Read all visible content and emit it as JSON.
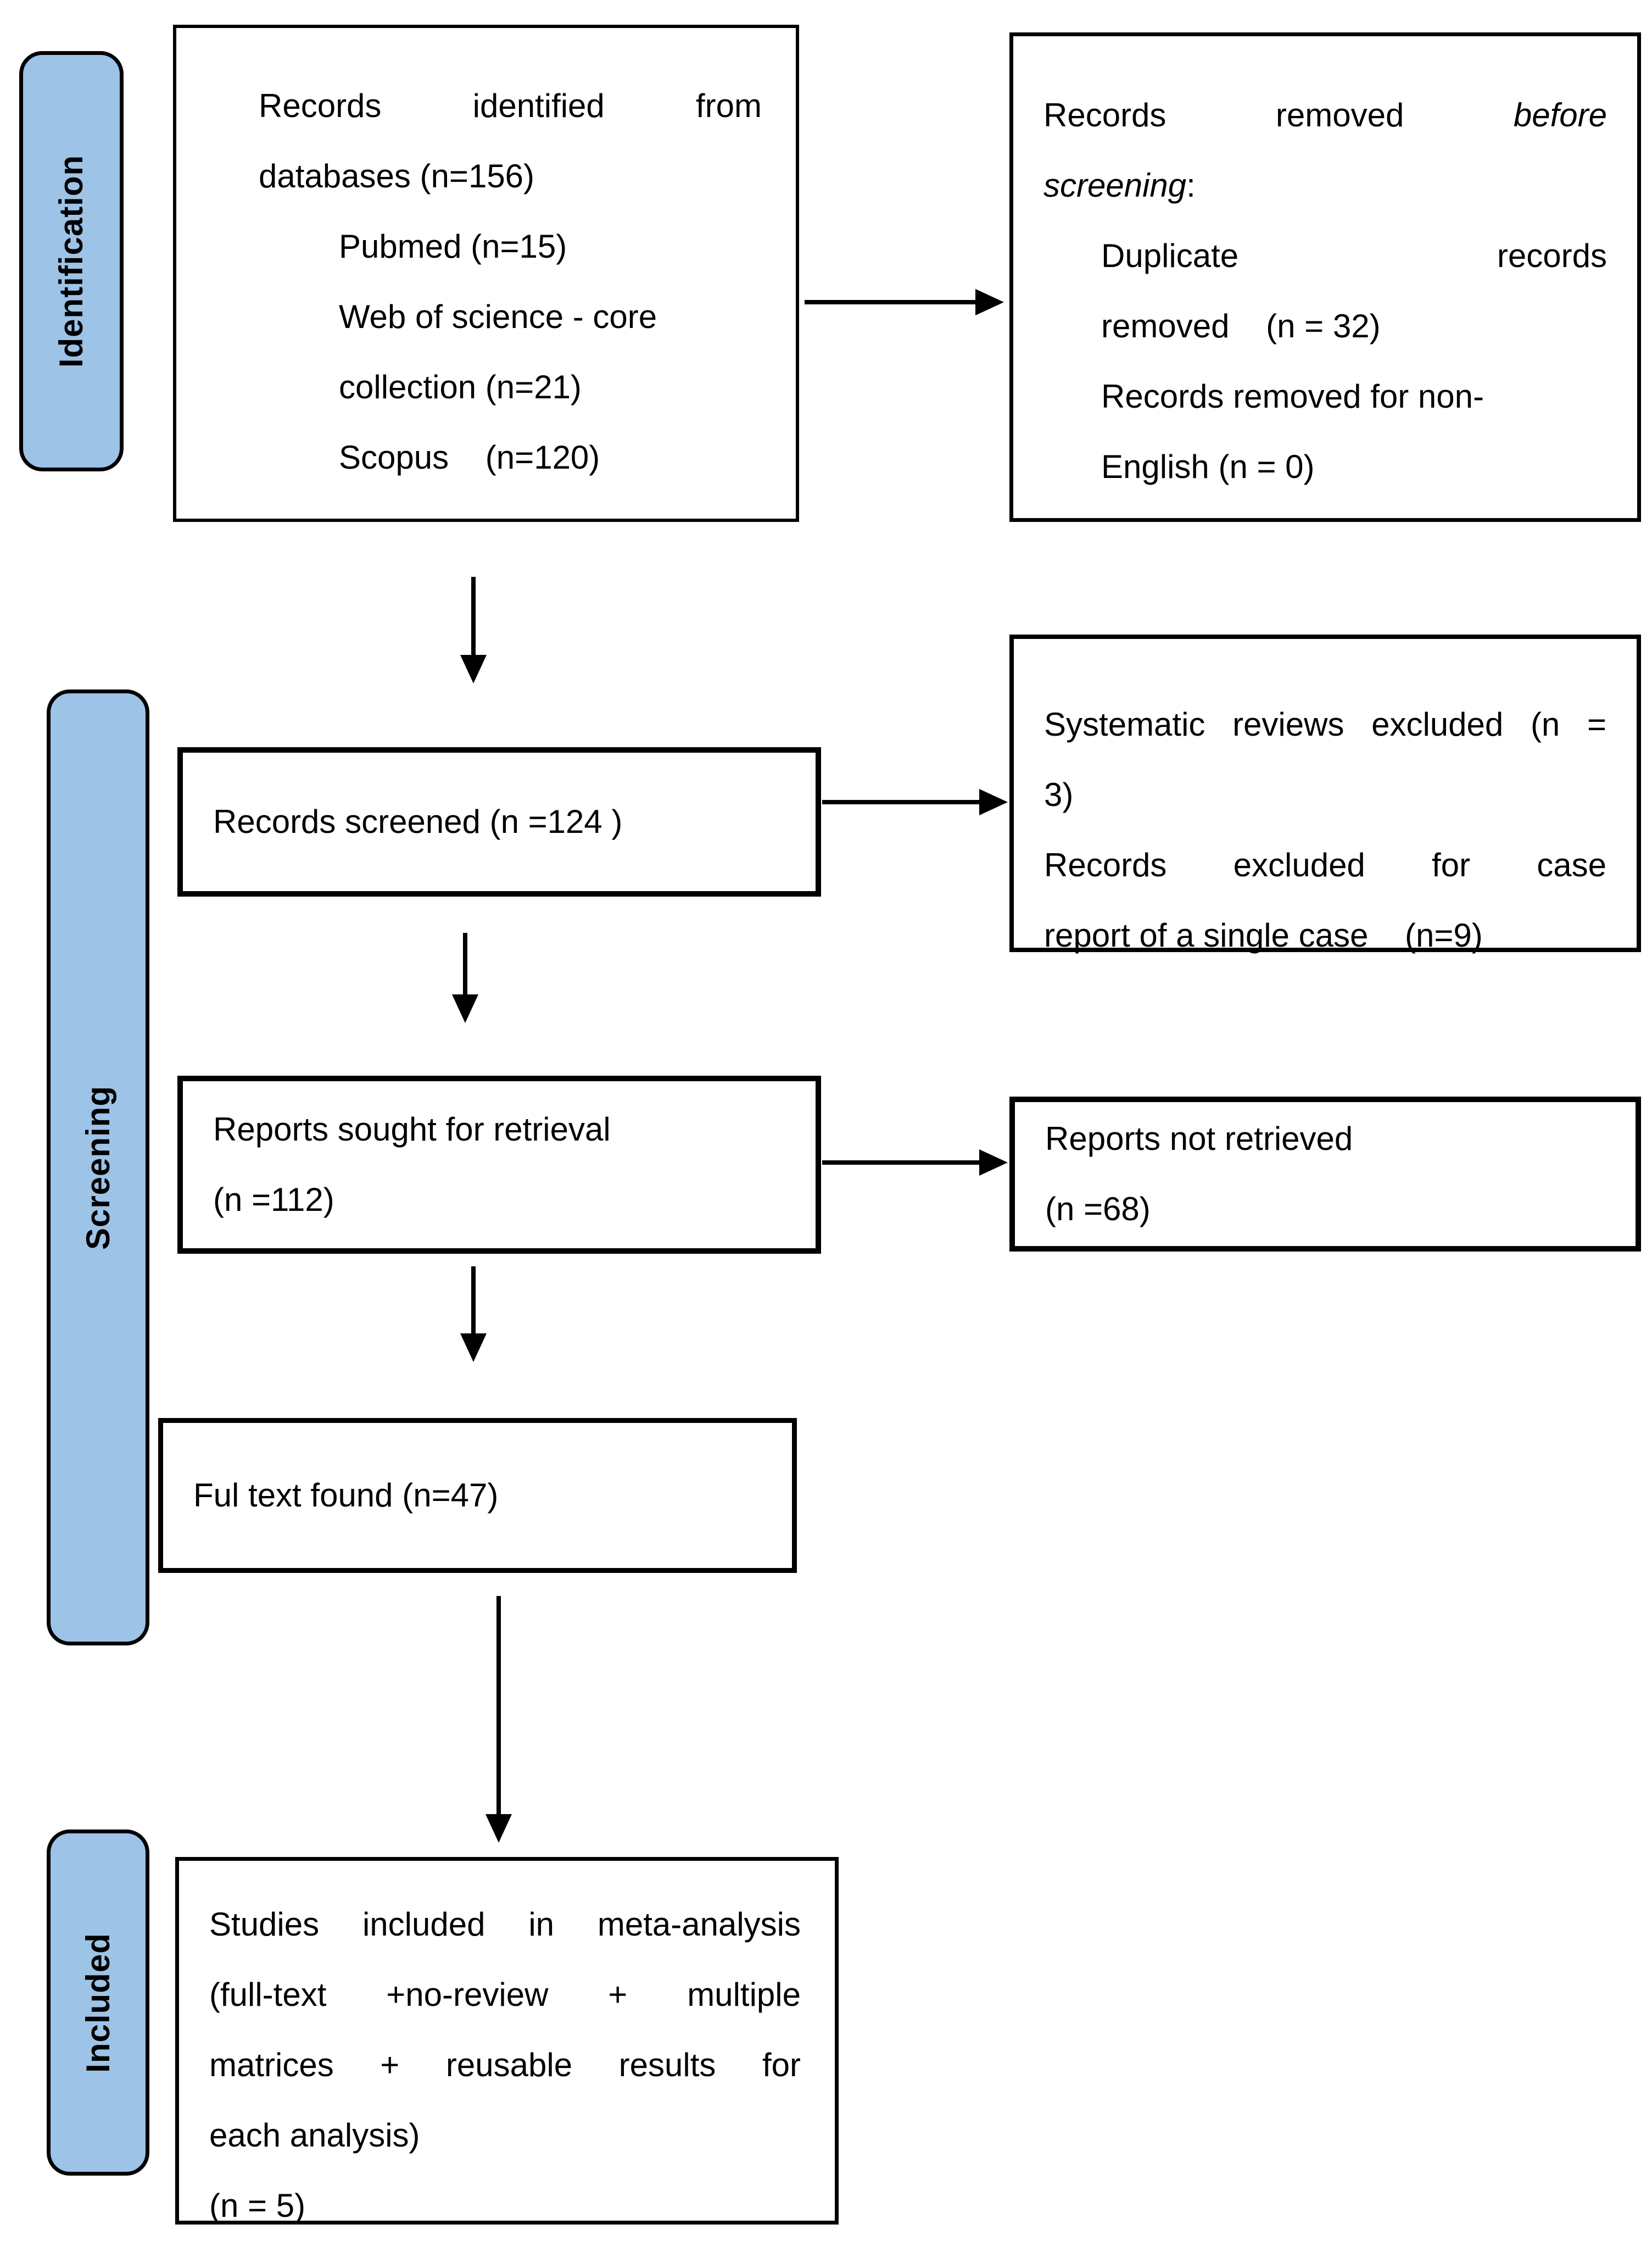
{
  "sidebar": {
    "identification": "Identification",
    "screening": "Screening",
    "included": "Included"
  },
  "boxes": {
    "identified": {
      "line1": "Records identified from",
      "line2": "databases (n=156)",
      "line3": "Pubmed (n=15)",
      "line4": "Web of science - core",
      "line5": "collection (n=21)",
      "line6": "Scopus    (n=120)"
    },
    "removed": {
      "line1_prefix": "Records removed",
      "line1_italic": "before",
      "line2_italic": "screening",
      "line2_suffix": ":",
      "line3": "Duplicate records",
      "line4": "removed    (n = 32)",
      "line5": "Records removed for non-",
      "line6": "English (n = 0)"
    },
    "screened": {
      "line1": "Records screened (n =124 )"
    },
    "sys_excluded": {
      "line1": "Systematic reviews excluded (n =",
      "line2": "3)",
      "line3": "Records excluded for case",
      "line4": "report of a single case    (n=9)"
    },
    "sought": {
      "line1": "Reports sought for retrieval",
      "line2": "(n =112)"
    },
    "not_retrieved": {
      "line1": "Reports not retrieved",
      "line2": "(n =68)"
    },
    "fulltext": {
      "line1": "Ful text found (n=47)"
    },
    "included_box": {
      "line1": "Studies included in meta-analysis",
      "line2": "(full-text +no-review + multiple",
      "line3": "matrices + reusable results for",
      "line4": "each analysis)",
      "line5": "(n = 5)"
    }
  },
  "counts": {
    "identified_total": 156,
    "pubmed": 15,
    "web_of_science_core_collection": 21,
    "scopus": 120,
    "duplicates_removed": 32,
    "non_english_removed": 0,
    "screened": 124,
    "systematic_reviews_excluded": 3,
    "single_case_reports_excluded": 9,
    "sought_for_retrieval": 112,
    "not_retrieved": 68,
    "full_text_found": 47,
    "included_in_meta_analysis": 5
  },
  "colors": {
    "stage_fill": "#9DC3E6",
    "border": "#000000",
    "box_background": "#FFFFFF",
    "text": "#000000"
  }
}
